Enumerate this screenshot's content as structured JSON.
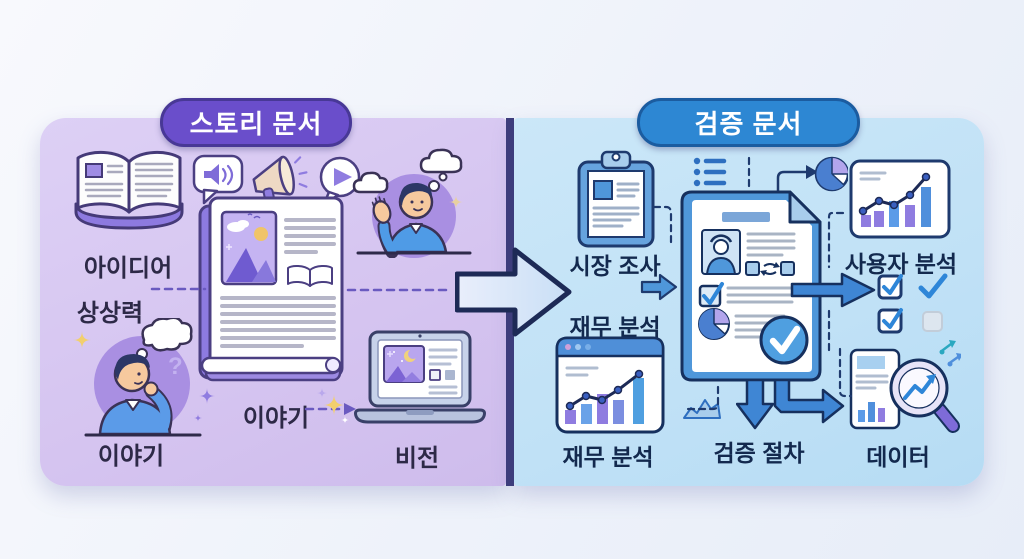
{
  "left_panel": {
    "title": "스토리 문서",
    "labels": {
      "idea": "아이디어",
      "imagination": "상상력",
      "story_person": "이야기",
      "story_document": "이야기",
      "vision": "비전"
    },
    "colors": {
      "panel": "#d5c4f0",
      "pill": "#6a4ecb",
      "pill_border": "#483896",
      "outline": "#453a78",
      "accent": "#8f7ce0"
    }
  },
  "right_panel": {
    "title": "검증 문서",
    "labels": {
      "market_research": "시장 조사",
      "financial_analysis": "재무 분석",
      "user_analysis": "사용자 분석",
      "financial_analysis_card": "재무 분석",
      "verification_process": "검증 절차",
      "data": "데이터"
    },
    "colors": {
      "panel": "#c0e1f6",
      "pill": "#2d87d3",
      "pill_border": "#1b5ca0",
      "outline": "#16305e",
      "accent": "#3f86d4"
    }
  },
  "icons": [
    "open-book-icon",
    "speaker-bubble-icon",
    "megaphone-icon",
    "play-bubble-icon",
    "story-document-illustration",
    "thinking-person-illustration",
    "waving-person-illustration",
    "laptop-icon",
    "flow-arrow-icon",
    "clipboard-icon",
    "arrow-right-icon",
    "bullet-list-icon",
    "pie-chart-icon",
    "user-analysis-chart-card",
    "checkbox-group",
    "verification-document-illustration",
    "check-circle-icon",
    "arrow-down-icon",
    "arrow-elbow-right-icon",
    "financial-chart-card",
    "mini-area-chart-icon",
    "data-magnifier-illustration",
    "sparkle-icon"
  ]
}
